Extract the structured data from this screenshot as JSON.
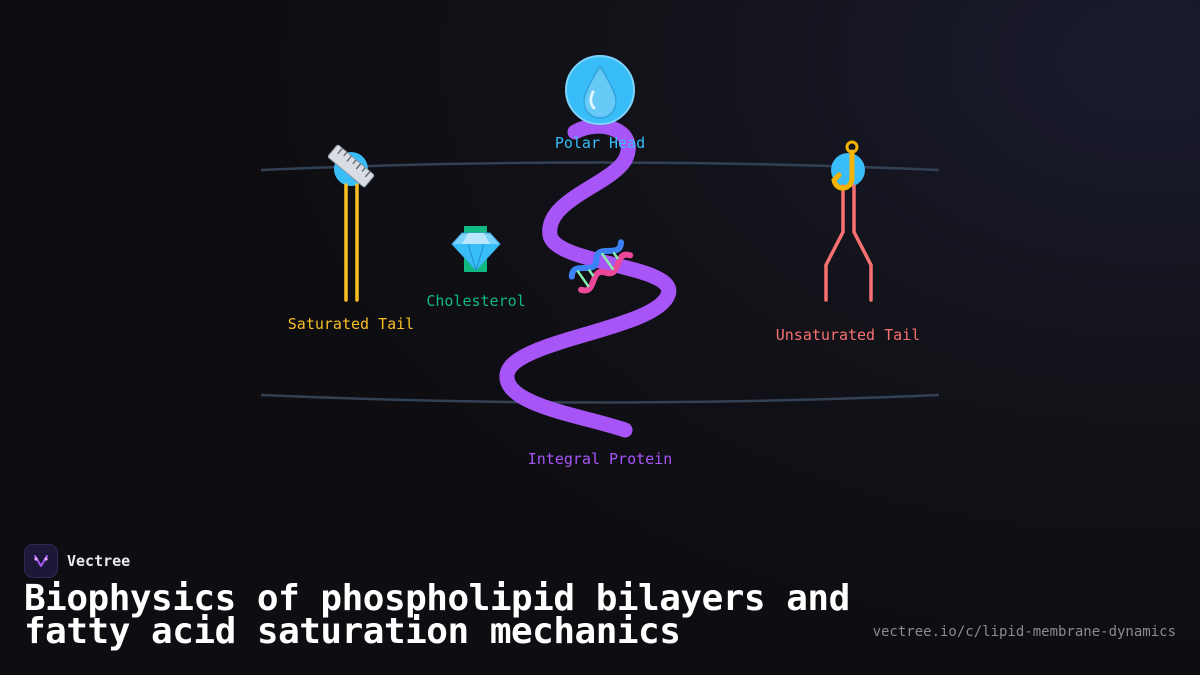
{
  "diagram": {
    "labels": {
      "polar_head": "Polar Head",
      "saturated_tail": "Saturated Tail",
      "cholesterol": "Cholesterol",
      "unsaturated_tail": "Unsaturated Tail",
      "integral_protein": "Integral Protein"
    },
    "icons": {
      "polar_head": "droplet-icon",
      "saturated_tail": "ruler-icon",
      "cholesterol": "gem-icon",
      "unsaturated_tail": "hook-icon",
      "integral_protein": "dna-icon"
    },
    "colors": {
      "polar_head": "#38bdf8",
      "saturated_tail": "#fbbf24",
      "cholesterol": "#10b981",
      "unsaturated_tail": "#f87171",
      "integral_protein": "#a855f7",
      "membrane_line": "#334155"
    }
  },
  "footer": {
    "brand": "Vectree",
    "title": "Biophysics of phospholipid bilayers and fatty acid saturation mechanics",
    "url": "vectree.io/c/lipid-membrane-dynamics"
  }
}
